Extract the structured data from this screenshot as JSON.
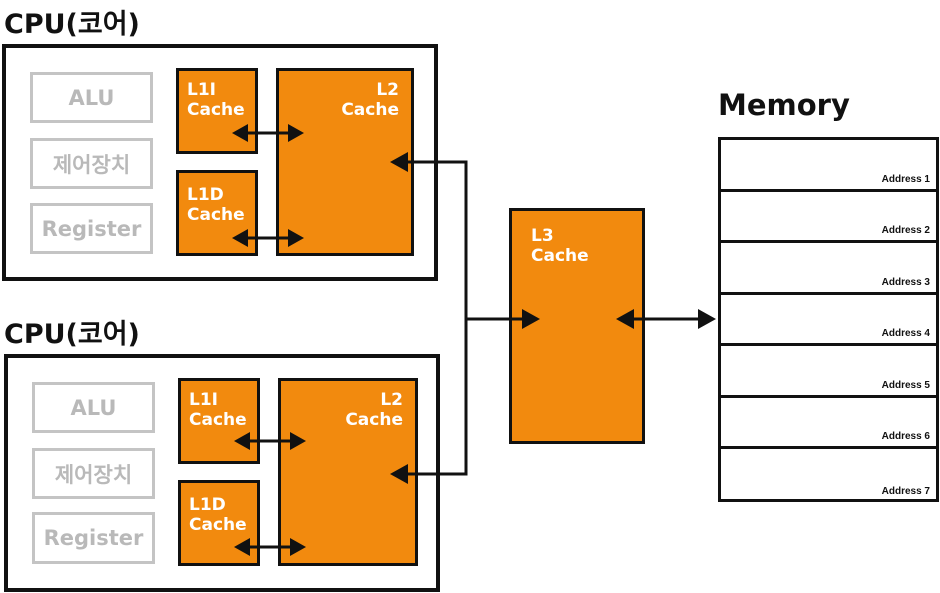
{
  "cores": [
    {
      "title": "CPU(코어)",
      "components": [
        "ALU",
        "제어장치",
        "Register"
      ],
      "l1i": [
        "L1I",
        "Cache"
      ],
      "l1d": [
        "L1D",
        "Cache"
      ],
      "l2": [
        "L2",
        "Cache"
      ]
    },
    {
      "title": "CPU(코어)",
      "components": [
        "ALU",
        "제어장치",
        "Register"
      ],
      "l1i": [
        "L1I",
        "Cache"
      ],
      "l1d": [
        "L1D",
        "Cache"
      ],
      "l2": [
        "L2",
        "Cache"
      ]
    }
  ],
  "l3": [
    "L3",
    "Cache"
  ],
  "memory": {
    "title": "Memory",
    "addresses": [
      "Address 1",
      "Address 2",
      "Address 3",
      "Address 4",
      "Address 5",
      "Address 6",
      "Address 7"
    ]
  },
  "colors": {
    "cache_fill": "#f28a0e",
    "ghost_border": "#c4c4c4",
    "line": "#111111"
  }
}
